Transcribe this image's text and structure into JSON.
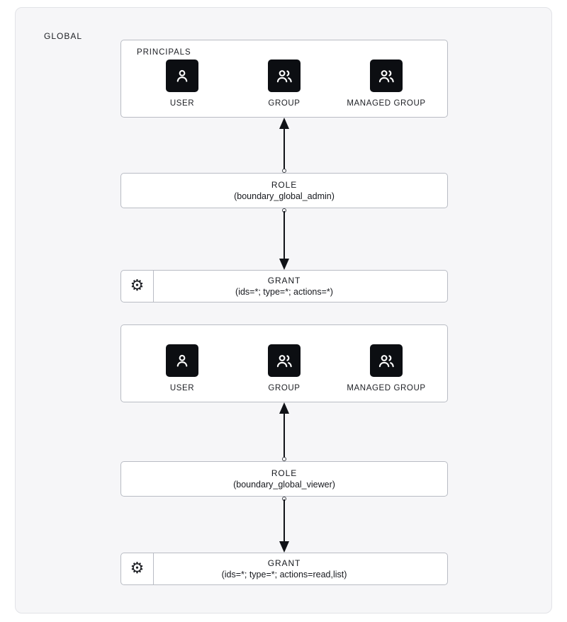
{
  "page": {
    "background": "#ffffff",
    "container_background": "#f6f6f8",
    "box_border": "#b9bcc4",
    "tile_color": "#0c0e12",
    "text_color": "#16181d"
  },
  "scope": {
    "label": "GLOBAL"
  },
  "icons": {
    "user": "user-icon",
    "group": "group-icon",
    "managed_group": "managed-group-icon",
    "gear": "gear-icon",
    "gear_glyph": "⚙",
    "arrow_up": "arrow-up-connector",
    "arrow_down": "arrow-down-connector"
  },
  "groups": [
    {
      "principals": {
        "label": "PRINCIPALS",
        "items": [
          {
            "label": "USER",
            "icon": "user-icon"
          },
          {
            "label": "GROUP",
            "icon": "group-icon"
          },
          {
            "label": "MANAGED GROUP",
            "icon": "managed-group-icon"
          }
        ]
      },
      "role": {
        "title": "ROLE",
        "subtitle": "(boundary_global_admin)"
      },
      "grant": {
        "title": "GRANT",
        "subtitle": "(ids=*; type=*; actions=*)"
      }
    },
    {
      "principals": {
        "label": "",
        "items": [
          {
            "label": "USER",
            "icon": "user-icon"
          },
          {
            "label": "GROUP",
            "icon": "group-icon"
          },
          {
            "label": "MANAGED GROUP",
            "icon": "managed-group-icon"
          }
        ]
      },
      "role": {
        "title": "ROLE",
        "subtitle": "(boundary_global_viewer)"
      },
      "grant": {
        "title": "GRANT",
        "subtitle": "(ids=*; type=*; actions=read,list)"
      }
    }
  ]
}
